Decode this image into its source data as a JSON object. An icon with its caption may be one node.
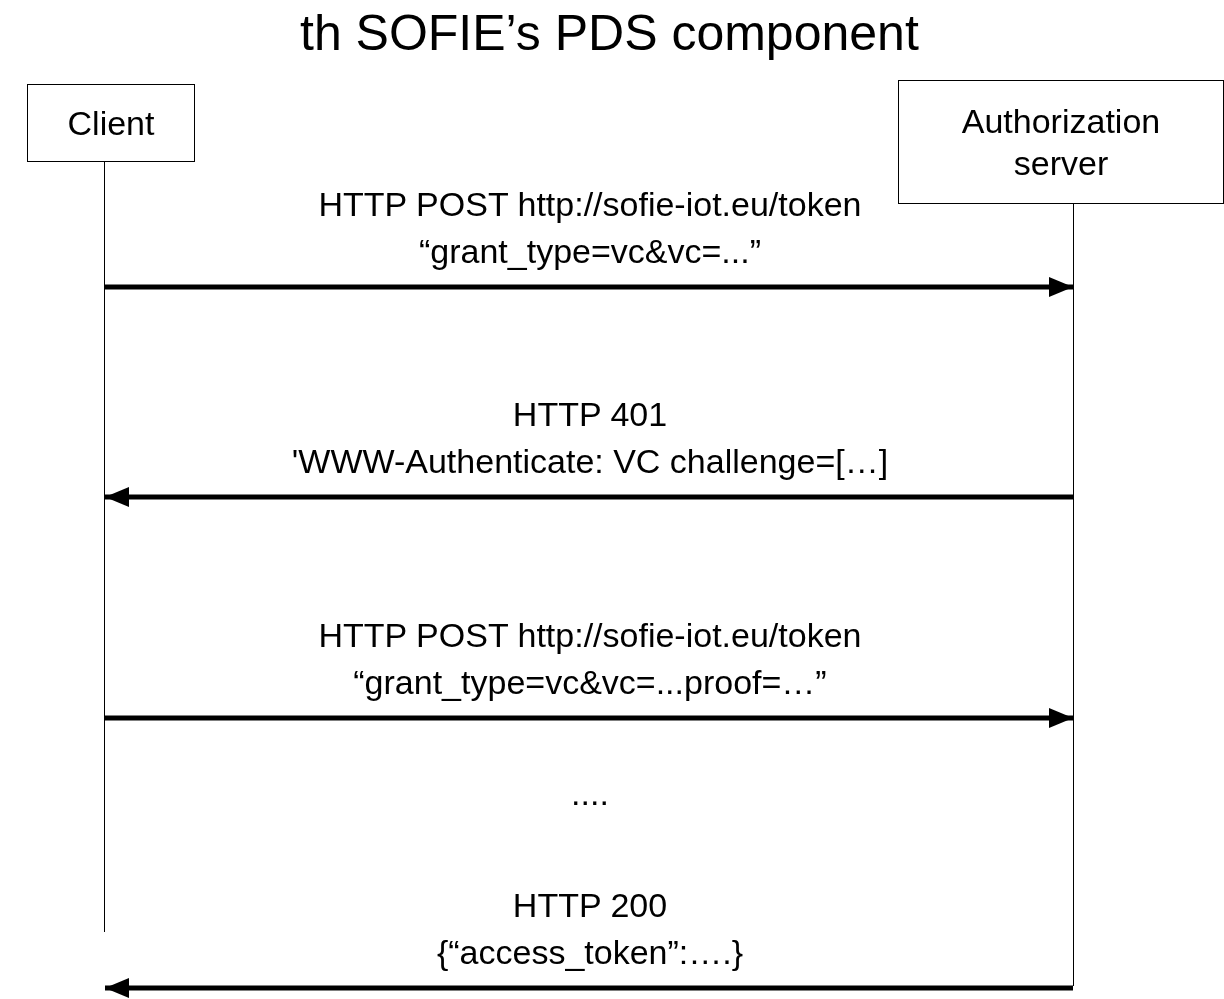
{
  "diagram": {
    "title": "th SOFIE’s PDS component",
    "nodes": [
      {
        "text": [
          "Client"
        ]
      },
      {
        "text": [
          "Authorization server"
        ]
      },
      {
        "text": [],
        "shape": "line"
      },
      {
        "text": [],
        "shape": "line"
      }
    ],
    "edges": [
      {
        "from": 2,
        "to": 3,
        "arrow": "to",
        "label": "HTTP POST http://sofie-iot.eu/token “grant_type=vc&vc=...”"
      },
      {
        "from": 3,
        "to": 2,
        "arrow": "to",
        "label": "HTTP 401 'WWW-Authenticate: VC challenge=[…]"
      },
      {
        "from": 2,
        "to": 3,
        "arrow": "to",
        "label": "HTTP POST http://sofie-iot.eu/token “grant_type=vc&vc=...proof=…”"
      },
      {
        "from": 3,
        "to": 2,
        "arrow": "to",
        "label": "HTTP 200 {“access_token”:….}"
      }
    ],
    "labels": [
      "...."
    ]
  }
}
